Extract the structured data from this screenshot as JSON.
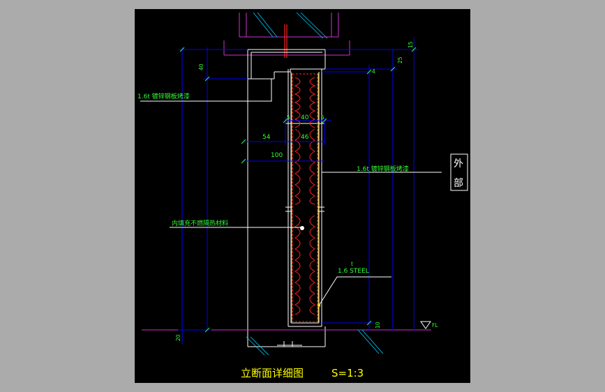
{
  "colors": {
    "outer_background": "#ababab",
    "canvas_background": "#000000",
    "section_line": "#ffffff",
    "dimension_line": "#0000ff",
    "annotation_text": "#33ff33",
    "insulation": "#ff2222",
    "frame_top": "#cc33cc",
    "hatch": "#00ccff",
    "title": "#ffff00"
  },
  "title": {
    "text": "立断面详细图",
    "scale": "S=1:3"
  },
  "exterior_label": {
    "char1": "外",
    "char2": "部"
  },
  "callouts": {
    "plate_left": "1.6t 镀锌钢板烤漆",
    "plate_right": "1.6t 镀锌钢板烤漆",
    "insulation": "内填充不燃隔热材料",
    "steel_prefix": "t",
    "steel": "1.6 STEEL"
  },
  "floor_marker": {
    "label": "FL",
    "icon": "level-triangle-icon"
  },
  "dimensions": {
    "d40_vertical": "40",
    "d15": "15",
    "d25": "25",
    "d4": "4",
    "d5_left": "5",
    "d40_inner": "40",
    "d5_right": "5",
    "d54": "54",
    "d46": "46",
    "d100": "100",
    "d10": "10",
    "d20": "20"
  }
}
